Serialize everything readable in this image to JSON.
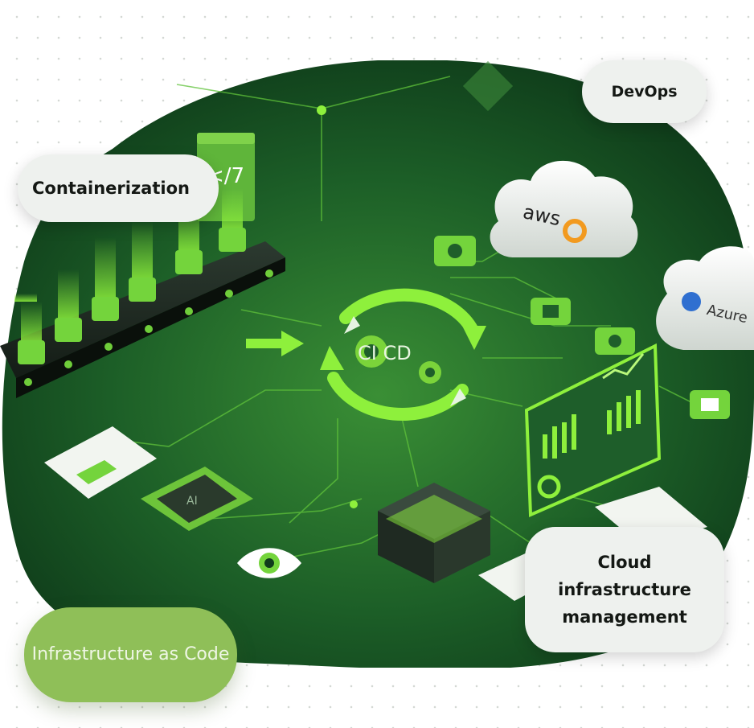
{
  "labels": {
    "devops": "DevOps",
    "containerization": "Containerization",
    "cloud": "Cloud infrastructure management",
    "iac": "Infrastructure as Code"
  },
  "diagram": {
    "cicd": "CI CD",
    "aws": "aws",
    "azure": "Azure",
    "code_tag": "</7",
    "chip": "AI"
  },
  "colors": {
    "bg_dark": "#0f3b1c",
    "bg_mid": "#1f6b2c",
    "accent": "#7bd43a",
    "pill_light": "#eef1ee",
    "pill_green": "#8fbf58"
  }
}
